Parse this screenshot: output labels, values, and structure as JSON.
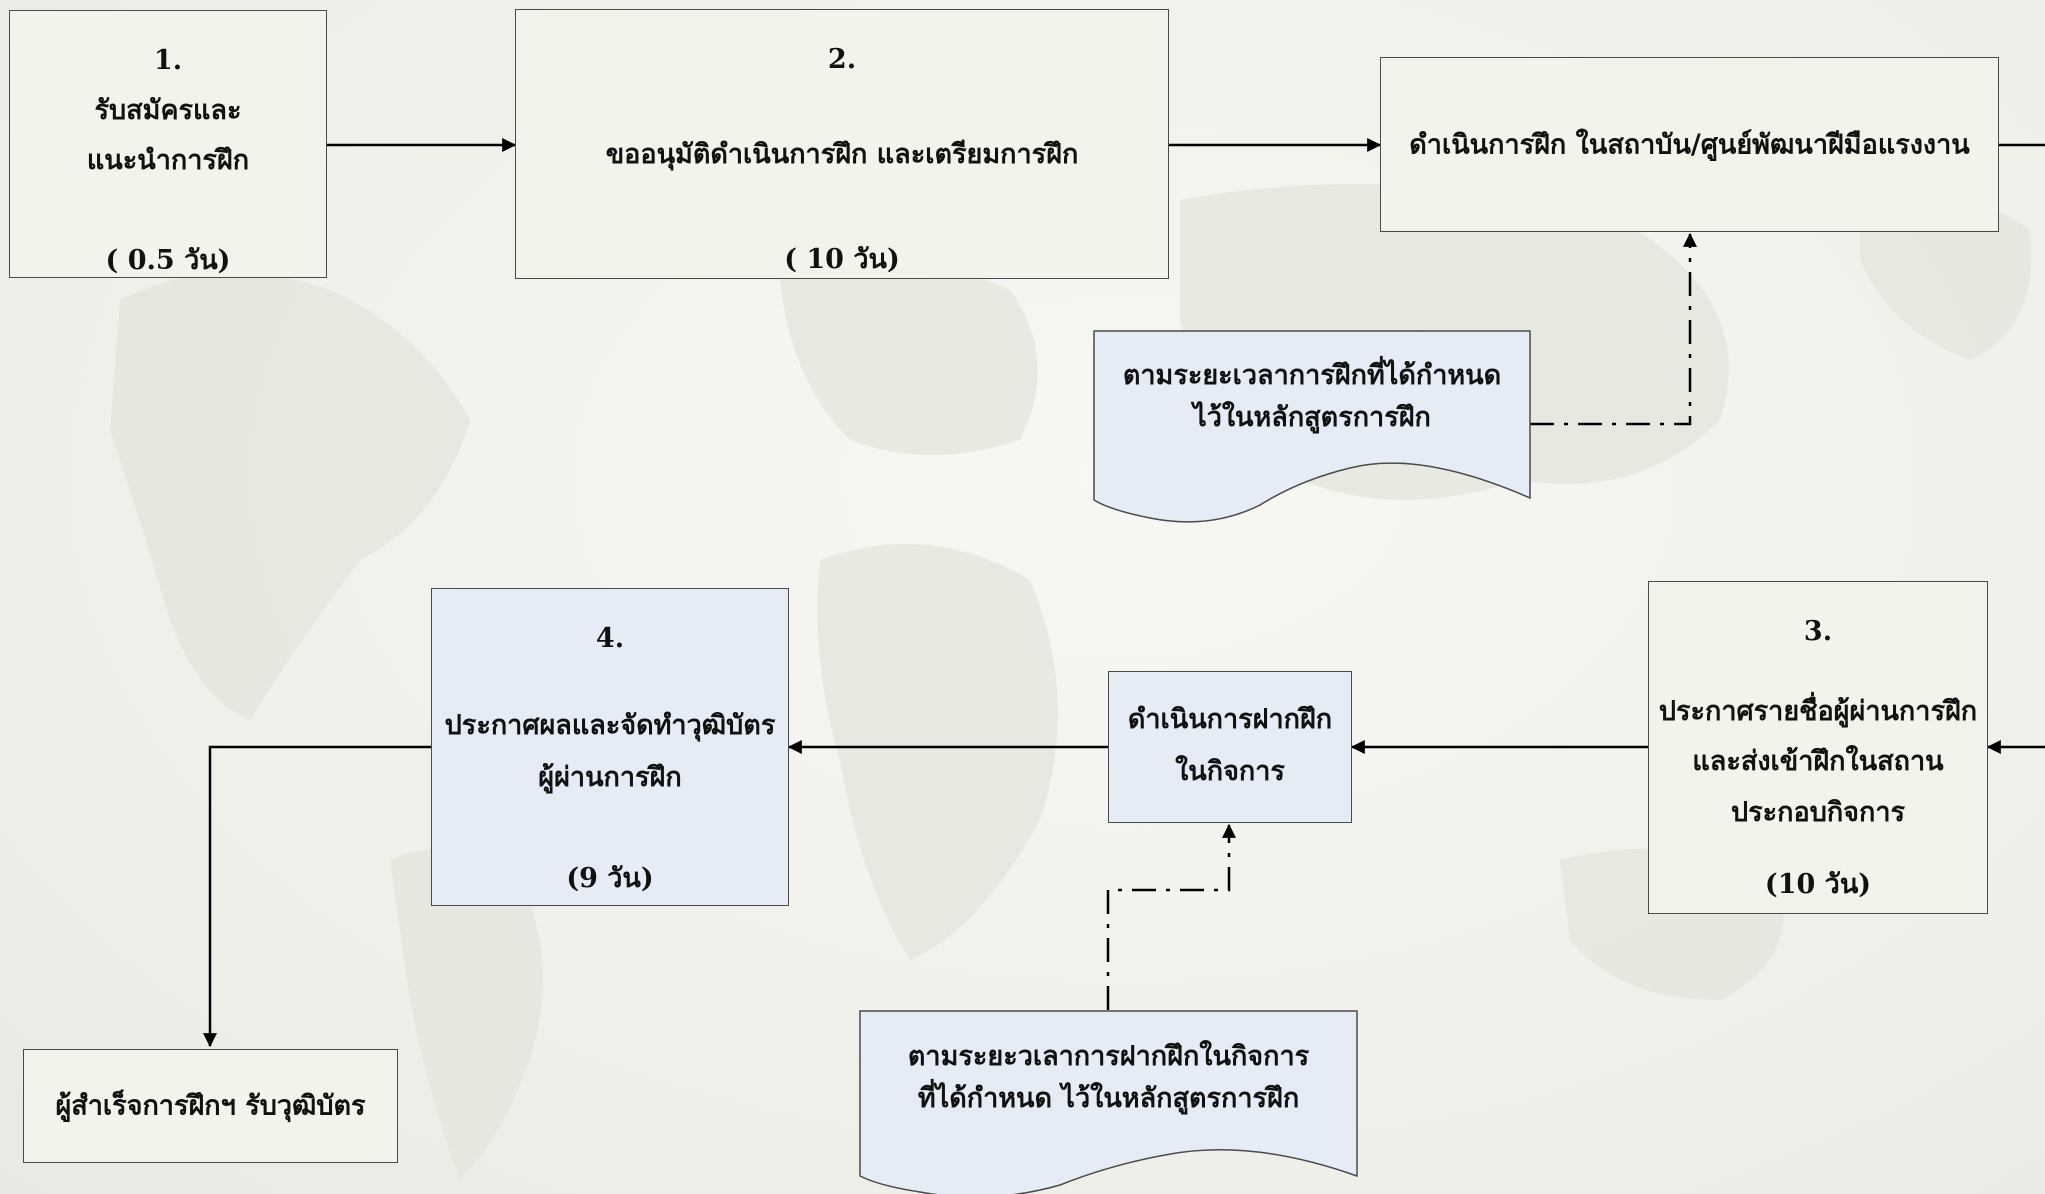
{
  "steps": {
    "step1": {
      "number": "1.",
      "line1": "รับสมัครและ",
      "line2": "แนะนำการฝึก",
      "duration": "( 0.5 วัน)"
    },
    "step2": {
      "number": "2.",
      "label": "ขออนุมัติดำเนินการฝึก และเตรียมการฝึก",
      "duration": "( 10 วัน)"
    },
    "training": {
      "label": "ดำเนินการฝึก ในสถาบัน/ศูนย์พัฒนาฝีมือแรงงาน"
    },
    "step3": {
      "number": "3.",
      "line1": "ประกาศรายชื่อผู้ผ่านการฝึก",
      "line2": "และส่งเข้าฝึกในสถาน",
      "line3": "ประกอบกิจการ",
      "duration": "(10 วัน)"
    },
    "internship": {
      "line1": "ดำเนินการฝากฝึก",
      "line2": "ในกิจการ"
    },
    "step4": {
      "number": "4.",
      "line1": "ประกาศผลและจัดทำวุฒิบัตร",
      "line2": "ผู้ผ่านการฝึก",
      "duration": "(9  วัน)"
    },
    "graduate": {
      "label": "ผู้สำเร็จการฝึกฯ รับวุฒิบัตร"
    }
  },
  "notes": {
    "training_schedule": {
      "line1": "ตามระยะเวลาการฝึกที่ได้กำหนด",
      "line2": "ไว้ในหลักสูตรการฝึก"
    },
    "internship_schedule": {
      "line1": "ตามระยะวเลาการฝากฝึกในกิจการ",
      "line2": "ที่ได้กำหนด ไว้ในหลักสูตรการฝึก"
    }
  },
  "colors": {
    "box_fill": "#f3f3ec",
    "box_fill_blue": "#e6ecf6",
    "line": "#000000"
  }
}
